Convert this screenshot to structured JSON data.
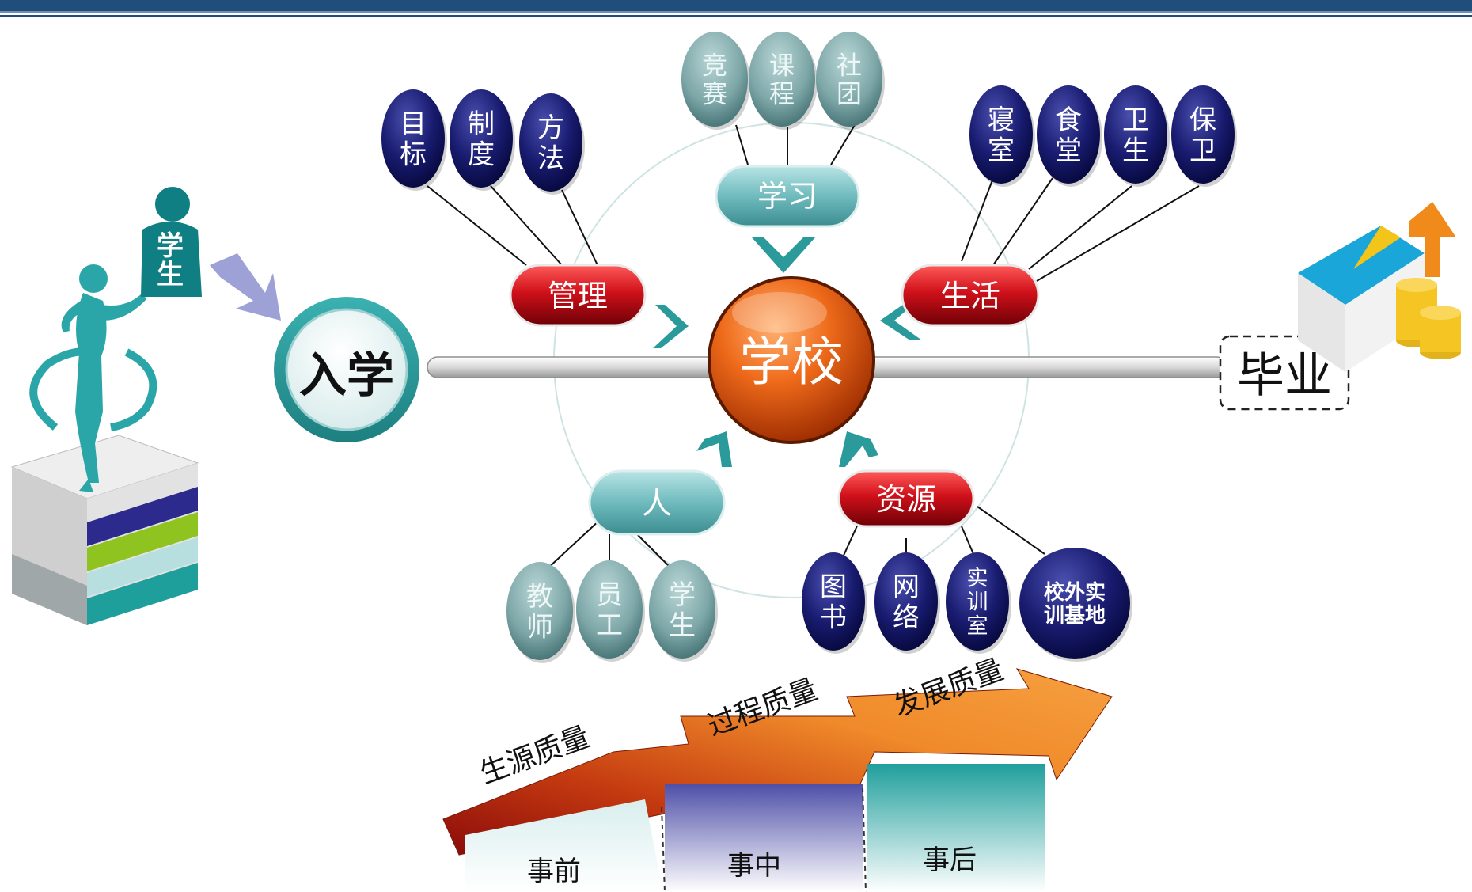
{
  "center": {
    "label": "学校"
  },
  "enter": {
    "label": "入学"
  },
  "graduate": {
    "label": "毕业"
  },
  "student_figure": {
    "label": "学生"
  },
  "hubs": {
    "study": {
      "label": "学习",
      "items": [
        "竞\n赛",
        "课\n程",
        "社\n团"
      ]
    },
    "management": {
      "label": "管理",
      "items": [
        "目\n标",
        "制\n度",
        "方\n法"
      ]
    },
    "life": {
      "label": "生活",
      "items": [
        "寝\n室",
        "食\n堂",
        "卫\n生",
        "保\n卫"
      ]
    },
    "people": {
      "label": "人",
      "items": [
        "教\n师",
        "员\n工",
        "学\n生"
      ]
    },
    "resources": {
      "label": "资源",
      "items": [
        "图\n书",
        "网\n络",
        "实\n训\n室",
        "校外实\n训基地"
      ]
    }
  },
  "quality_stages": [
    "生源质量",
    "过程质量",
    "发展质量"
  ],
  "phases": [
    "事前",
    "事中",
    "事后"
  ],
  "colors": {
    "header_blue": "#1f4e7a",
    "navy_oval": "#14186b",
    "teal_oval": "#6f9c9e",
    "red_pill": "#c00010",
    "teal_pill": "#6fbbbe",
    "center_orange": "#e85a10",
    "accent_teal": "#2a9a9a",
    "arrow_orange": "#f08a2a",
    "arrow_red": "#9a0d0d"
  }
}
